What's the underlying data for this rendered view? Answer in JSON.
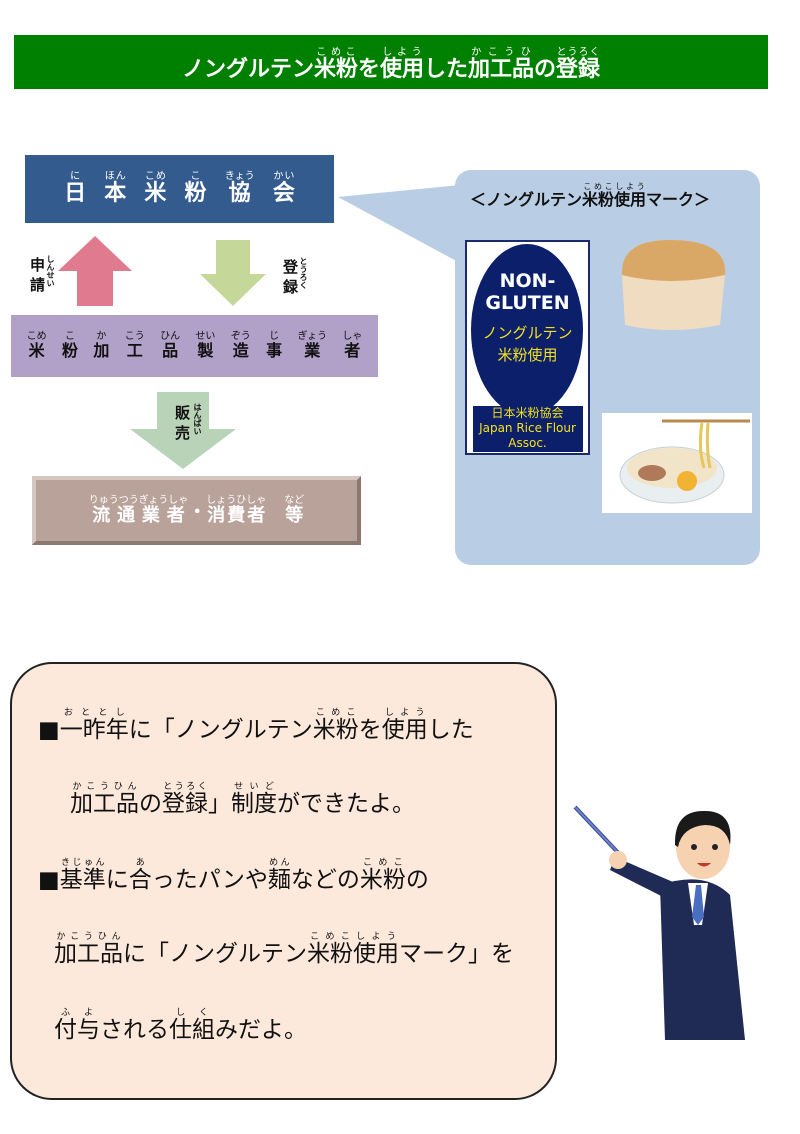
{
  "title": [
    [
      "ノングルテン",
      ""
    ],
    [
      "米粉",
      "こめこ"
    ],
    [
      "を",
      ""
    ],
    [
      "使用",
      "しよう"
    ],
    [
      "した",
      ""
    ],
    [
      "加工品",
      "かこうひ"
    ],
    [
      "の",
      ""
    ],
    [
      "登録",
      "とうろく"
    ]
  ],
  "association": [
    [
      "日",
      "に"
    ],
    [
      "本",
      "ほん"
    ],
    [
      "米",
      "こめ"
    ],
    [
      "粉",
      "こ"
    ],
    [
      "協",
      "きょう"
    ],
    [
      "会",
      "かい"
    ]
  ],
  "maker": [
    [
      "米",
      "こめ"
    ],
    [
      "粉",
      "こ"
    ],
    [
      "加",
      "か"
    ],
    [
      "工",
      "こう"
    ],
    [
      "品",
      "ひん"
    ],
    [
      "製",
      "せい"
    ],
    [
      "造",
      "ぞう"
    ],
    [
      "事",
      "じ"
    ],
    [
      "業",
      "ぎょう"
    ],
    [
      "者",
      "しゃ"
    ]
  ],
  "distributor": [
    [
      "流通業者",
      "りゅうつうぎょうしゃ"
    ],
    [
      "・",
      ""
    ],
    [
      "消費者",
      "しょうひしゃ"
    ],
    [
      "　",
      ""
    ],
    [
      "等",
      "など"
    ]
  ],
  "arrows": {
    "apply": {
      "label": "申請",
      "reading": "しんせい"
    },
    "register": {
      "label": "登録",
      "reading": "とうろく"
    },
    "sell": {
      "label": "販売",
      "reading": "はんばい"
    }
  },
  "mark_panel": {
    "title": [
      [
        "＜ノングルテン",
        ""
      ],
      [
        "米粉",
        "こめこ"
      ],
      [
        "使用",
        "しよう"
      ],
      [
        "マーク＞",
        ""
      ]
    ],
    "logo_text": {
      "line1": "NON-",
      "line2": "GLUTEN",
      "line3": "ノングルテン",
      "line4": "米粉使用",
      "line5": "日本米粉協会",
      "line6": "Japan Rice Flour",
      "line7": "Assoc."
    }
  },
  "speech": [
    [
      [
        "■",
        ""
      ],
      [
        "一昨年",
        "おととし"
      ],
      [
        "に「ノングルテン",
        ""
      ],
      [
        "米粉",
        "こめこ"
      ],
      [
        "を",
        ""
      ],
      [
        "使用",
        "しよう"
      ],
      [
        "した",
        ""
      ]
    ],
    [
      [
        "加工品",
        "かこうひん"
      ],
      [
        "の",
        ""
      ],
      [
        "登録",
        "とうろく"
      ],
      [
        "」",
        ""
      ],
      [
        "制度",
        "せいど"
      ],
      [
        "ができたよ。",
        ""
      ]
    ],
    [
      [
        "■",
        ""
      ],
      [
        "基準",
        "きじゅん"
      ],
      [
        "に",
        ""
      ],
      [
        "合",
        "あ"
      ],
      [
        "ったパンや",
        ""
      ],
      [
        "麺",
        "めん"
      ],
      [
        "などの",
        ""
      ],
      [
        "米粉",
        "こめこ"
      ],
      [
        "の",
        ""
      ]
    ],
    [
      [
        "加工品",
        "かこうひん"
      ],
      [
        "に「ノングルテン",
        ""
      ],
      [
        "米粉",
        "こめこ"
      ],
      [
        "使用",
        "しよう"
      ],
      [
        "マーク」を",
        ""
      ]
    ],
    [
      [
        "付与",
        "ふよ"
      ],
      [
        "される",
        ""
      ],
      [
        "仕組",
        "しく"
      ],
      [
        "みだよ。",
        ""
      ]
    ]
  ],
  "colors": {
    "title_bg": "#008000",
    "assoc_bg": "#335b8e",
    "maker_bg": "#b1a0c8",
    "dist_bg": "#b8a29a",
    "callout_bg": "#b9cde4",
    "speech_bg": "#fde9dc"
  }
}
